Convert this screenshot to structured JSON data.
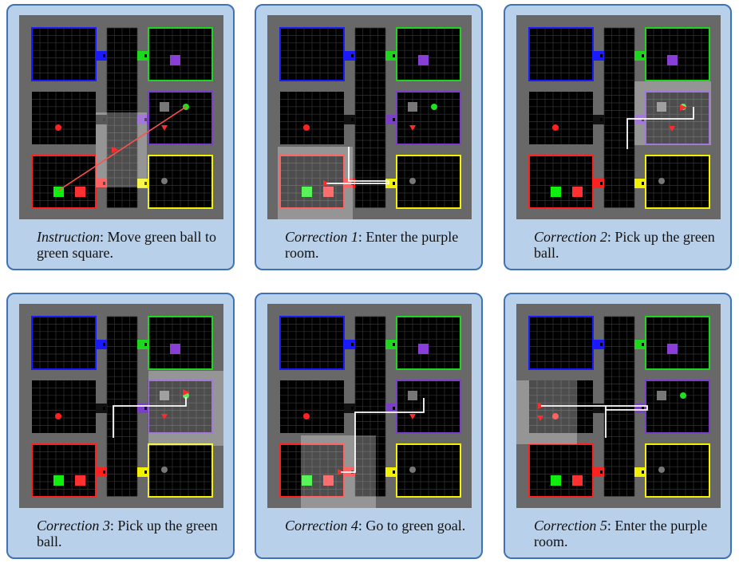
{
  "panels": [
    {
      "label": "Instruction",
      "text": ": Move green ball to green square."
    },
    {
      "label": "Correction 1",
      "text": ": Enter the purple room."
    },
    {
      "label": "Correction 2",
      "text": ": Pick up the green ball."
    },
    {
      "label": "Correction 3",
      "text": ": Pick up the green ball."
    },
    {
      "label": "Correction 4",
      "text": ": Go to green goal."
    },
    {
      "label": "Correction 5",
      "text": ": Enter the purple room."
    }
  ],
  "colors": {
    "card_fill": "#b9d0ea",
    "card_border": "#3f72b5",
    "room_blue": "#1a1aff",
    "room_green": "#1fd61f",
    "room_purple": "#7a3ec8",
    "room_red": "#ff2020",
    "room_yellow": "#f2f200",
    "path": "#ffffff",
    "instruction_line": "#ff5050"
  }
}
